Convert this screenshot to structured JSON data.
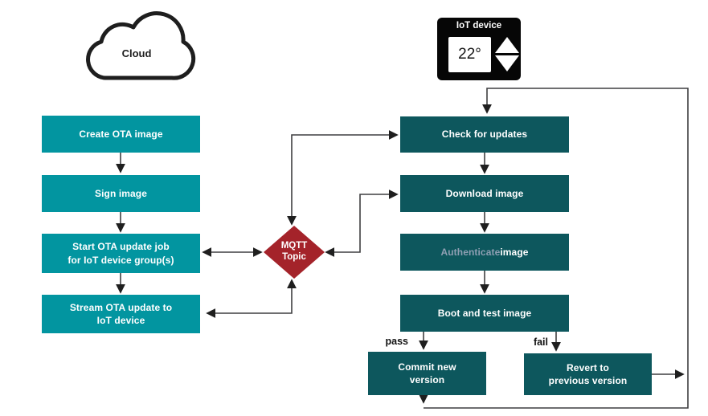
{
  "cloud": {
    "label": "Cloud"
  },
  "iot_device": {
    "label": "IoT device",
    "temperature": "22°"
  },
  "cloud_flow": {
    "create": "Create OTA image",
    "sign": "Sign image",
    "start_job": "Start OTA update job\nfor IoT device group(s)",
    "stream": "Stream OTA update to\nIoT device"
  },
  "broker": {
    "label": "MQTT\nTopic"
  },
  "device_flow": {
    "check": "Check for updates",
    "download": "Download image",
    "authenticate_highlight": "Authenticate",
    "authenticate_rest": " image",
    "boot": "Boot and test image",
    "commit": "Commit new\nversion",
    "revert": "Revert to\nprevious version"
  },
  "branch": {
    "pass": "pass",
    "fail": "fail"
  },
  "colors": {
    "cloud_step_box": "#0295a0",
    "device_step_box": "#0d575d",
    "broker_diamond": "#a4232a",
    "authenticate_text": "#8f9fb3",
    "connector_line": "#3f3f41"
  }
}
